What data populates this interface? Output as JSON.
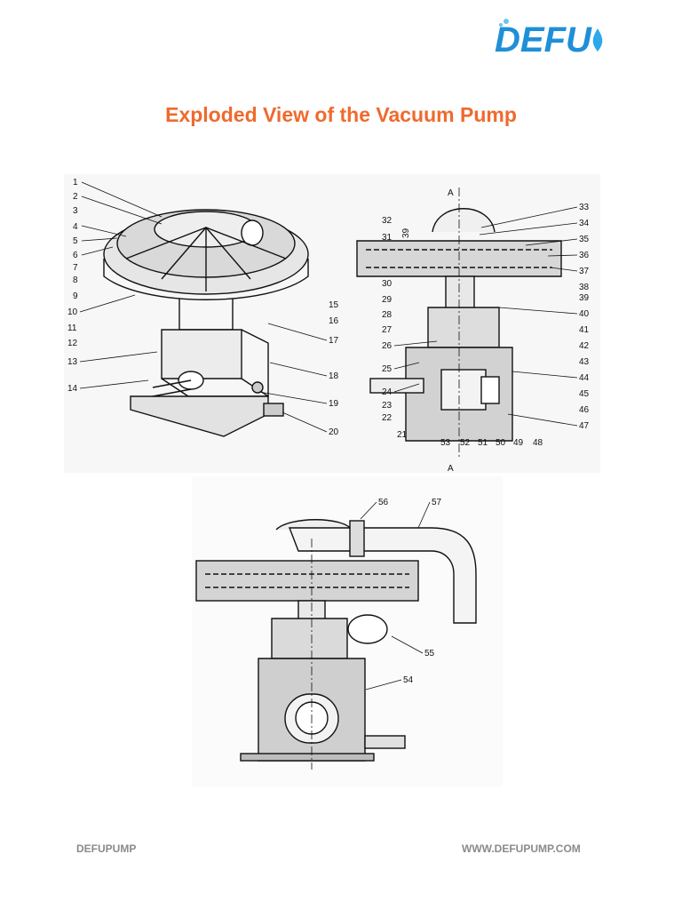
{
  "logo": {
    "text": "DEFU"
  },
  "title": "Exploded View of the Vacuum Pump",
  "section_marks": {
    "top": "A",
    "bottom": "A"
  },
  "left_labels": [
    "1",
    "2",
    "3",
    "4",
    "5",
    "6",
    "7",
    "8",
    "9",
    "10",
    "11",
    "12",
    "13",
    "14",
    "15",
    "16",
    "17",
    "18",
    "19",
    "20"
  ],
  "right_labels": [
    "21",
    "22",
    "23",
    "24",
    "25",
    "26",
    "27",
    "28",
    "29",
    "30",
    "31",
    "32",
    "33",
    "34",
    "35",
    "36",
    "37",
    "38",
    "39",
    "40",
    "41",
    "42",
    "43",
    "44",
    "45",
    "46",
    "47",
    "48",
    "49",
    "50",
    "51",
    "52",
    "53"
  ],
  "dim_label": "39",
  "bottom_labels": [
    "54",
    "55",
    "56",
    "57"
  ],
  "footer": {
    "left": "DEFUPUMP",
    "right": "WWW.DEFUPUMP.COM"
  }
}
